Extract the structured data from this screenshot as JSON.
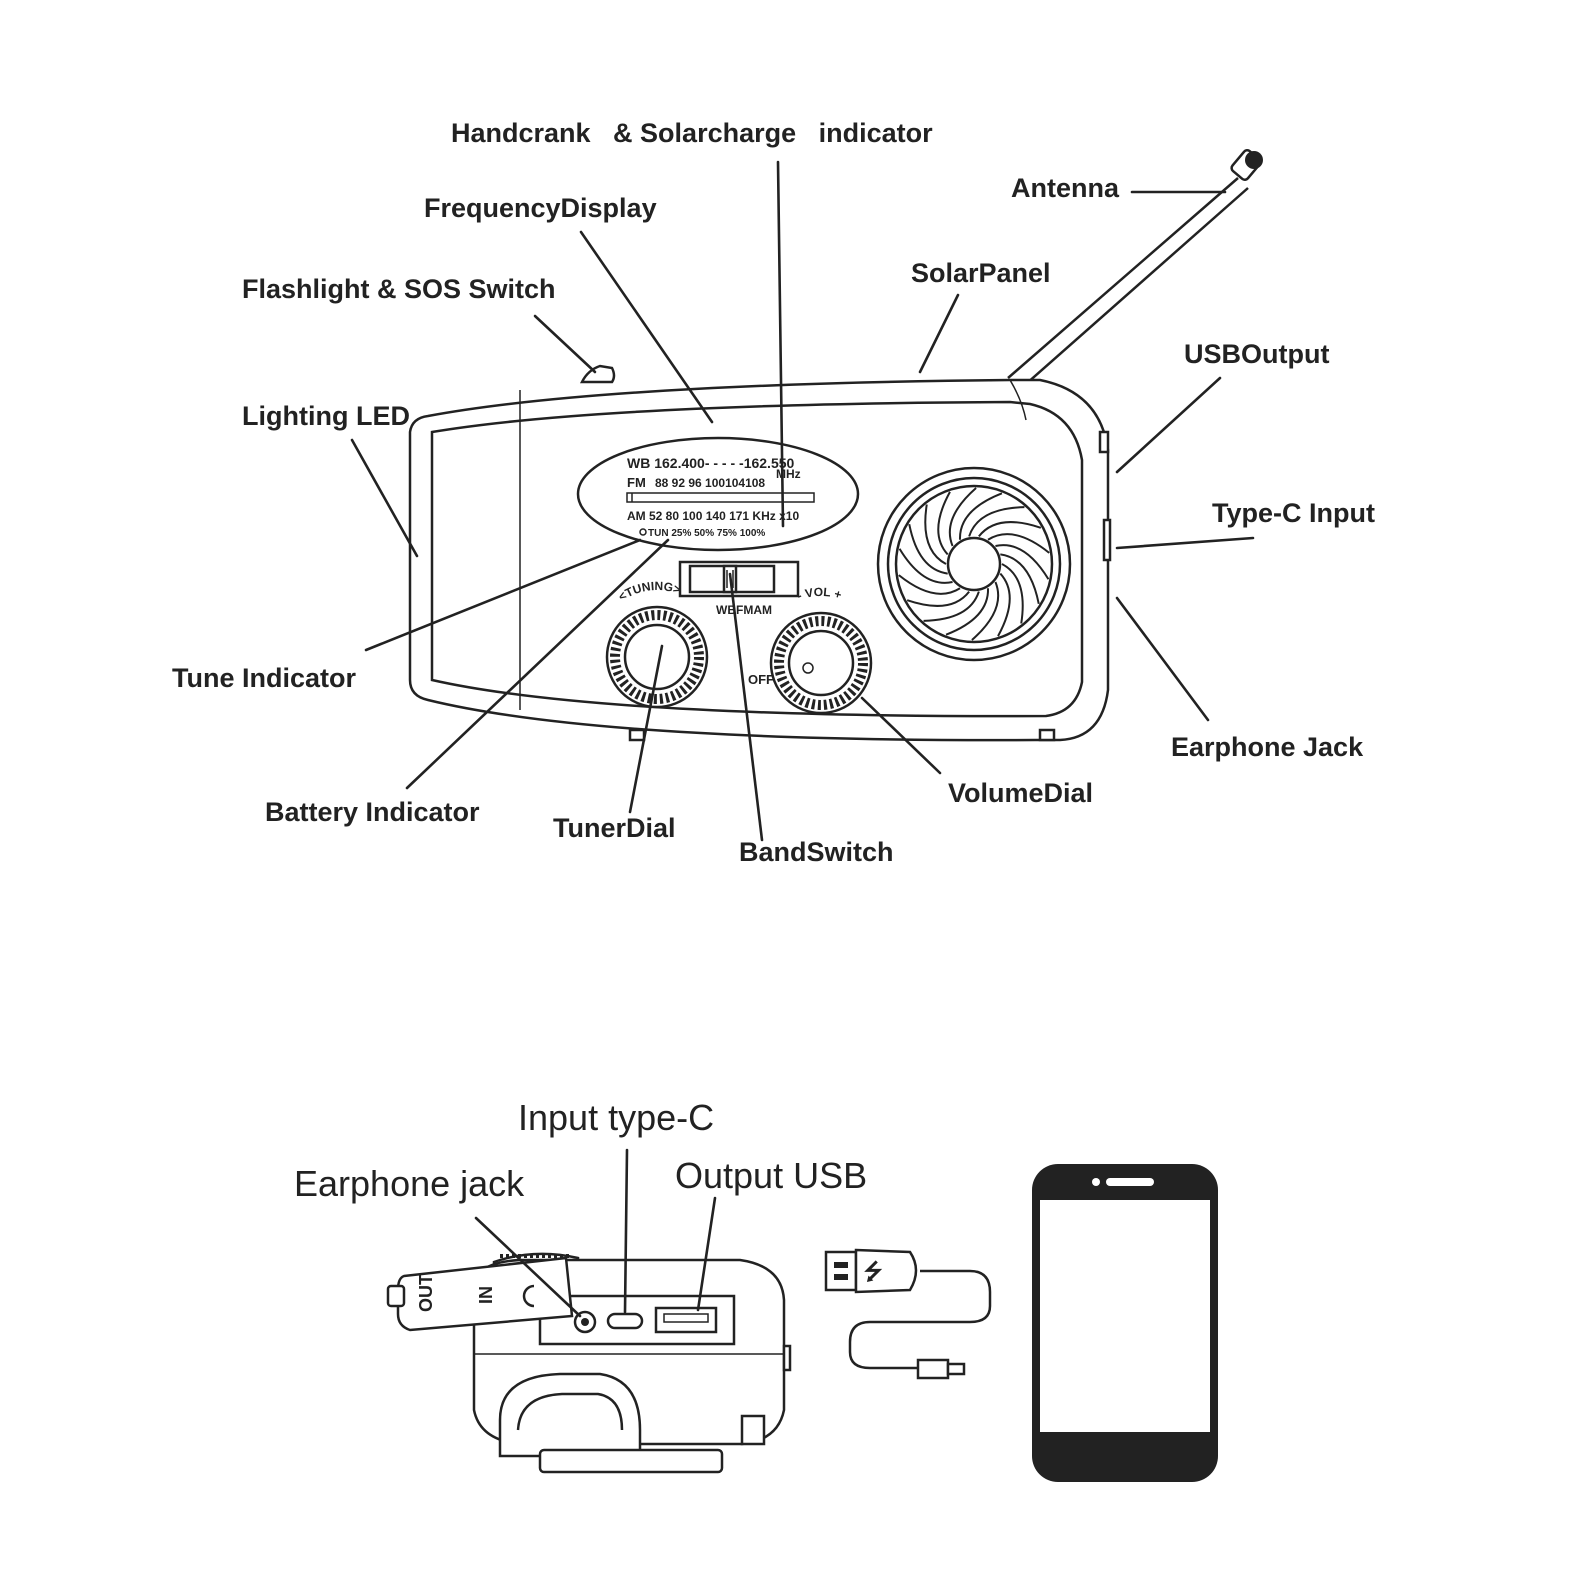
{
  "top_diagram": {
    "labels": {
      "handcrank": "Handcrank   & Solarcharge   indicator",
      "frequency_display": "FrequencyDisplay",
      "antenna": "Antenna",
      "solar_panel": "SolarPanel",
      "flashlight": "Flashlight & SOS Switch",
      "usb_output": "USBOutput",
      "lighting_led": "Lighting LED",
      "type_c_input": "Type-C Input",
      "tune_indicator": "Tune Indicator",
      "earphone_jack": "Earphone Jack",
      "battery_indicator": "Battery Indicator",
      "tuner_dial": "TunerDial",
      "band_switch": "BandSwitch",
      "volume_dial": "VolumeDial"
    },
    "display": {
      "wb_line": "WB 162.400- - - - -162.550",
      "mhz": "MHz",
      "fm_label": "FM",
      "fm_values": "88  92  96 100104108",
      "am_line": "AM  52   80  100   140  171 KHz x10",
      "indicator_line": "TUN  25%  50%  75%  100%"
    },
    "radio_text": {
      "tuning": "<TUNING>",
      "vol": "- VOL +",
      "band": "WBFMAM",
      "off": "OFF"
    }
  },
  "bottom_diagram": {
    "labels": {
      "input_type_c": "Input type-C",
      "earphone_jack": "Earphone jack",
      "output_usb": "Output USB"
    },
    "cover_text": {
      "out": "OUT",
      "in": "IN"
    }
  }
}
